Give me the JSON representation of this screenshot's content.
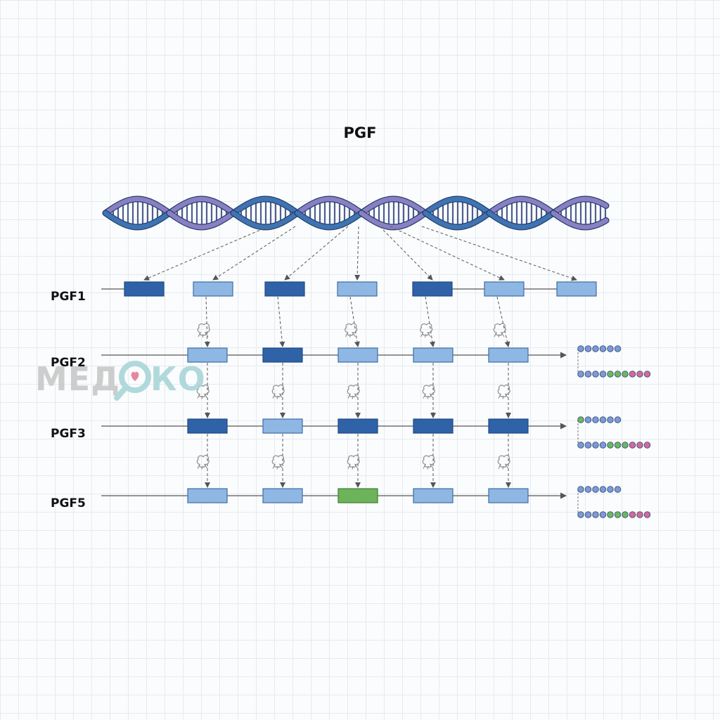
{
  "title": "PGF",
  "watermark": "МЕДОКО",
  "colors": {
    "strand_blue": "#3f74b3",
    "strand_purple": "#8b7fc4",
    "rung": "#4c5f8f",
    "exon_dark": "#2f62a7",
    "exon_light": "#8fb7e3",
    "exon_green": "#6cb35a",
    "bead_blue": "#7b9ad6",
    "bead_green": "#6cb85e",
    "bead_pink": "#d36a9a",
    "watermark_gray": "#c8c8c8",
    "watermark_teal": "#a9d6d9"
  },
  "rows": [
    {
      "label": "PGF1",
      "exons": [
        "dark",
        "light",
        "dark",
        "light",
        "dark",
        "light",
        "light"
      ]
    },
    {
      "label": "PGF2",
      "exons": [
        "light",
        "dark",
        "light",
        "light",
        "light"
      ],
      "products": [
        [
          "b",
          "b",
          "b",
          "b",
          "b",
          "b"
        ],
        [
          "b",
          "b",
          "b",
          "b",
          "g",
          "g",
          "g",
          "p",
          "p",
          "p"
        ]
      ]
    },
    {
      "label": "PGF3",
      "exons": [
        "dark",
        "light",
        "dark",
        "dark",
        "dark"
      ],
      "products": [
        [
          "g",
          "b",
          "b",
          "b",
          "b",
          "b"
        ],
        [
          "b",
          "b",
          "b",
          "b",
          "g",
          "g",
          "g",
          "p",
          "p",
          "p"
        ]
      ]
    },
    {
      "label": "PGF5",
      "exons": [
        "light",
        "light",
        "green",
        "light",
        "light"
      ],
      "products": [
        [
          "b",
          "b",
          "b",
          "b",
          "b",
          "b"
        ],
        [
          "b",
          "b",
          "b",
          "b",
          "g",
          "g",
          "g",
          "p",
          "p",
          "p"
        ]
      ]
    }
  ],
  "icons": {
    "splicing": "spliceosome-icon",
    "dna": "dna-helix-icon"
  }
}
